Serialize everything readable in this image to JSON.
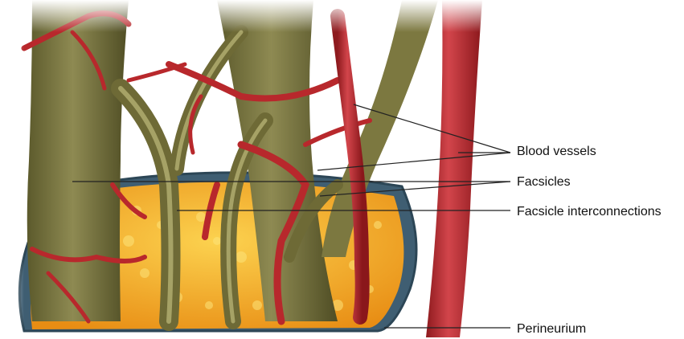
{
  "labels": {
    "blood_vessels": "Blood vessels",
    "facsicles": "Facsicles",
    "facsicle_interconnections": "Facsicle interconnections",
    "perineurium": "Perineurium"
  },
  "colors": {
    "fascicle": "#6e6a36",
    "fascicle_light": "#a6a266",
    "vessel": "#b8282c",
    "vessel_light": "#d96066",
    "fat": "#f2a51f",
    "fat_light": "#fcd24f",
    "perineurium": "#3f5e72",
    "leader": "#222222"
  }
}
